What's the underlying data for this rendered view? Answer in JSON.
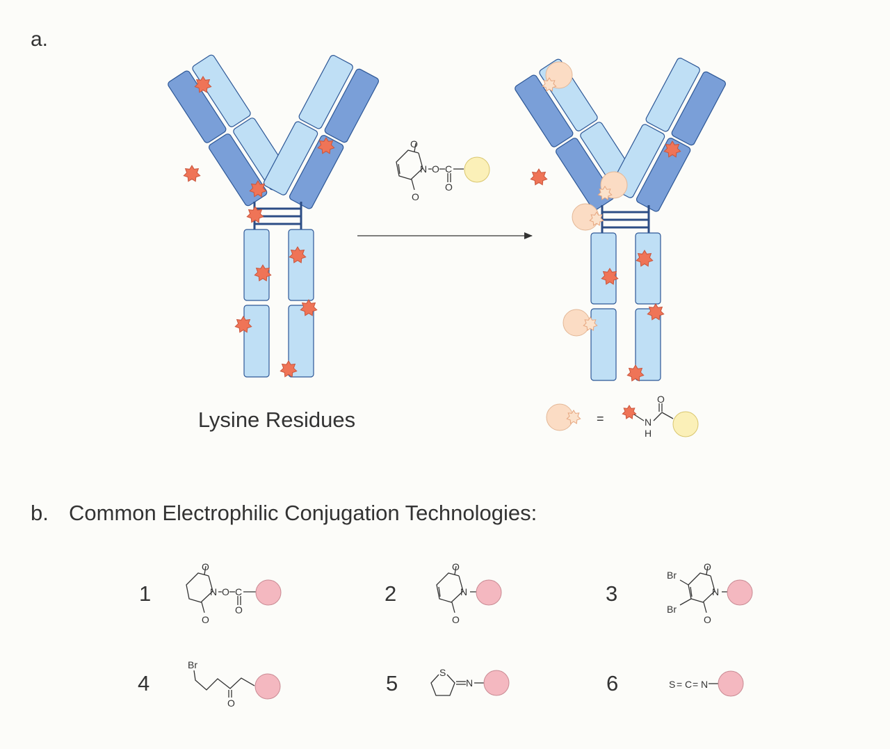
{
  "panel_a": {
    "label": "a.",
    "left_caption": "Lysine Residues",
    "reagent_atoms": {
      "o_top": "O",
      "n": "N",
      "o_bridge": "O",
      "c": "C",
      "o_carbonyl": "O",
      "o_bottom": "O"
    },
    "legend": {
      "equals": "=",
      "n": "N",
      "h": "H",
      "o": "O"
    }
  },
  "panel_b": {
    "label": "b.",
    "title": "Common Electrophilic Conjugation Technologies:",
    "items": [
      {
        "number": "1",
        "atoms": {
          "o_top": "O",
          "n": "N",
          "o_bridge": "O",
          "c": "C",
          "o_carbonyl": "O",
          "o_bottom": "O"
        }
      },
      {
        "number": "2",
        "atoms": {
          "o_top": "O",
          "n": "N",
          "o_bottom": "O"
        }
      },
      {
        "number": "3",
        "atoms": {
          "br_top": "Br",
          "br_bottom": "Br",
          "o_top": "O",
          "n": "N",
          "o_bottom": "O"
        }
      },
      {
        "number": "4",
        "atoms": {
          "br": "Br",
          "o": "O"
        }
      },
      {
        "number": "5",
        "atoms": {
          "s": "S",
          "n": "N"
        }
      },
      {
        "number": "6",
        "atoms": {
          "s": "S",
          "c": "C",
          "n": "N",
          "eq1": "=",
          "eq2": "="
        }
      }
    ]
  },
  "colors": {
    "heavy_dark": "#7a9fd8",
    "light_chain": "#bfdff5",
    "outline": "#2d5796",
    "hinge": "#2c4d85",
    "lysine": "#ef7457",
    "conjugate": "#fbdcc4",
    "payload_yellow": "#fbf0b8",
    "payload_pink": "#f4b8c0"
  }
}
